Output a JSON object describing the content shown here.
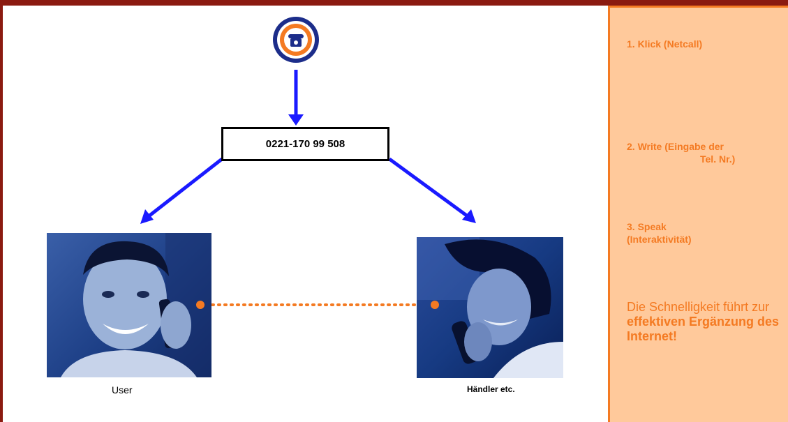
{
  "diagram": {
    "phone_number": "0221-170 99 508",
    "user_label": "User",
    "dealer_label": "Händler etc."
  },
  "panel": {
    "step1": "1. Klick (Netcall)",
    "step2_line1": "2. Write (Eingabe der",
    "step2_line2": "Tel. Nr.)",
    "step3_line1": "3. Speak",
    "step3_line2": "(Interaktivität)",
    "summary_part1": "Die Schnelligkeit führt zur ",
    "summary_bold": "effektiven Ergänzung des Internet!"
  },
  "colors": {
    "frame": "#8b1a10",
    "accent_orange": "#f47a22",
    "panel_bg": "#ffc99b",
    "arrow_blue": "#1a1aff",
    "icon_blue": "#1c2d8a"
  },
  "icons": [
    "telephone-icon"
  ]
}
